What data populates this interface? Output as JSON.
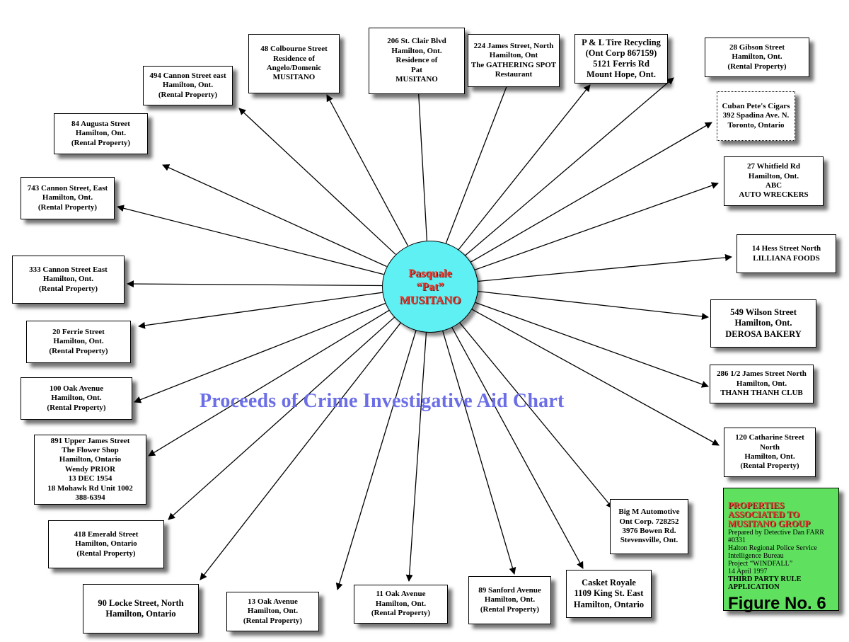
{
  "center": {
    "lines": [
      "Pasquale",
      "“Pat”",
      "MUSITANO"
    ]
  },
  "chart_title": "Proceeds of Crime Investigative Aid Chart",
  "legend": {
    "title_lines": [
      "PROPERTIES",
      "ASSOCIATED TO",
      "MUSITANO GROUP"
    ],
    "small_lines": [
      "Prepared by Detective Dan FARR",
      "#0331",
      "Halton Regional Police Service",
      "Intelligence Bureau",
      "Project “WINDFALL”",
      "14 April 1997"
    ],
    "bold_lines": [
      "THIRD PARTY RULE",
      "APPLICATION"
    ],
    "figure": "Figure No. 6"
  },
  "nodes": [
    {
      "id": "colbourne",
      "lines": [
        "48 Colbourne Street",
        "Residence of",
        "Angelo/Domenic",
        "MUSITANO"
      ]
    },
    {
      "id": "st-clair",
      "lines": [
        "206 St. Clair Blvd",
        "Hamilton, Ont.",
        "Residence of",
        "Pat",
        "MUSITANO"
      ]
    },
    {
      "id": "james-north-224",
      "lines": [
        "224 James Street, North",
        "Hamilton, Ont",
        "The GATHERING SPOT",
        "Restaurant"
      ]
    },
    {
      "id": "pl-tire",
      "lines": [
        "P & L Tire Recycling",
        "(Ont Corp 867159)",
        "5121 Ferris Rd",
        "Mount Hope, Ont."
      ]
    },
    {
      "id": "gibson",
      "lines": [
        "28 Gibson Street",
        "Hamilton, Ont.",
        "(Rental Property)"
      ]
    },
    {
      "id": "cuban-petes",
      "lines": [
        "Cuban Pete's Cigars",
        "392 Spadina Ave. N.",
        "Toronto, Ontario"
      ]
    },
    {
      "id": "whitfield",
      "lines": [
        "27 Whitfield Rd",
        "Hamilton, Ont.",
        "ABC",
        "AUTO WRECKERS"
      ]
    },
    {
      "id": "hess",
      "lines": [
        "14 Hess Street North",
        "LILLIANA FOODS"
      ]
    },
    {
      "id": "wilson",
      "lines": [
        "549 Wilson Street",
        "Hamilton, Ont.",
        "DEROSA BAKERY"
      ]
    },
    {
      "id": "james-north-286",
      "lines": [
        "286 1/2 James Street North",
        "Hamilton, Ont.",
        "THANH THANH CLUB"
      ]
    },
    {
      "id": "catharine",
      "lines": [
        "120 Catharine Street",
        "North",
        "Hamilton, Ont.",
        "(Rental Property)"
      ]
    },
    {
      "id": "big-m",
      "lines": [
        "Big M Automotive",
        "Ont Corp. 728252",
        "3976 Bowen Rd.",
        "Stevensville, Ont."
      ]
    },
    {
      "id": "casket-royale",
      "lines": [
        "Casket Royale",
        "1109 King St. East",
        "Hamilton, Ontario"
      ]
    },
    {
      "id": "sanford",
      "lines": [
        "89 Sanford Avenue",
        "Hamilton, Ont.",
        "(Rental Property)"
      ]
    },
    {
      "id": "oak-11",
      "lines": [
        "11 Oak Avenue",
        "Hamilton, Ont.",
        "(Rental Property)"
      ]
    },
    {
      "id": "oak-13",
      "lines": [
        "13 Oak Avenue",
        "Hamilton, Ont.",
        "(Rental Property)"
      ]
    },
    {
      "id": "locke",
      "lines": [
        "90 Locke Street, North",
        "Hamilton, Ontario"
      ]
    },
    {
      "id": "emerald",
      "lines": [
        "418 Emerald Street",
        "Hamilton, Ontario",
        "(Rental Property)"
      ]
    },
    {
      "id": "upper-james",
      "lines": [
        "891 Upper James Street",
        "The Flower Shop",
        "Hamilton, Ontario",
        "Wendy PRIOR",
        "13 DEC 1954",
        "18 Mohawk Rd Unit 1002",
        "388-6394"
      ]
    },
    {
      "id": "oak-100",
      "lines": [
        "100 Oak Avenue",
        "Hamilton, Ont.",
        "(Rental Property)"
      ]
    },
    {
      "id": "ferrie",
      "lines": [
        "20 Ferrie Street",
        "Hamilton, Ont.",
        "(Rental Property)"
      ]
    },
    {
      "id": "cannon-333",
      "lines": [
        "333 Cannon Street East",
        "Hamilton, Ont.",
        "(Rental Property)"
      ]
    },
    {
      "id": "cannon-743",
      "lines": [
        "743 Cannon Street, East",
        "Hamilton, Ont.",
        "(Rental Property)"
      ]
    },
    {
      "id": "augusta",
      "lines": [
        "84 Augusta Street",
        "Hamilton, Ont.",
        "(Rental Property)"
      ]
    },
    {
      "id": "cannon-494",
      "lines": [
        "494 Cannon Street east",
        "Hamilton, Ont.",
        "(Rental Property)"
      ]
    }
  ]
}
